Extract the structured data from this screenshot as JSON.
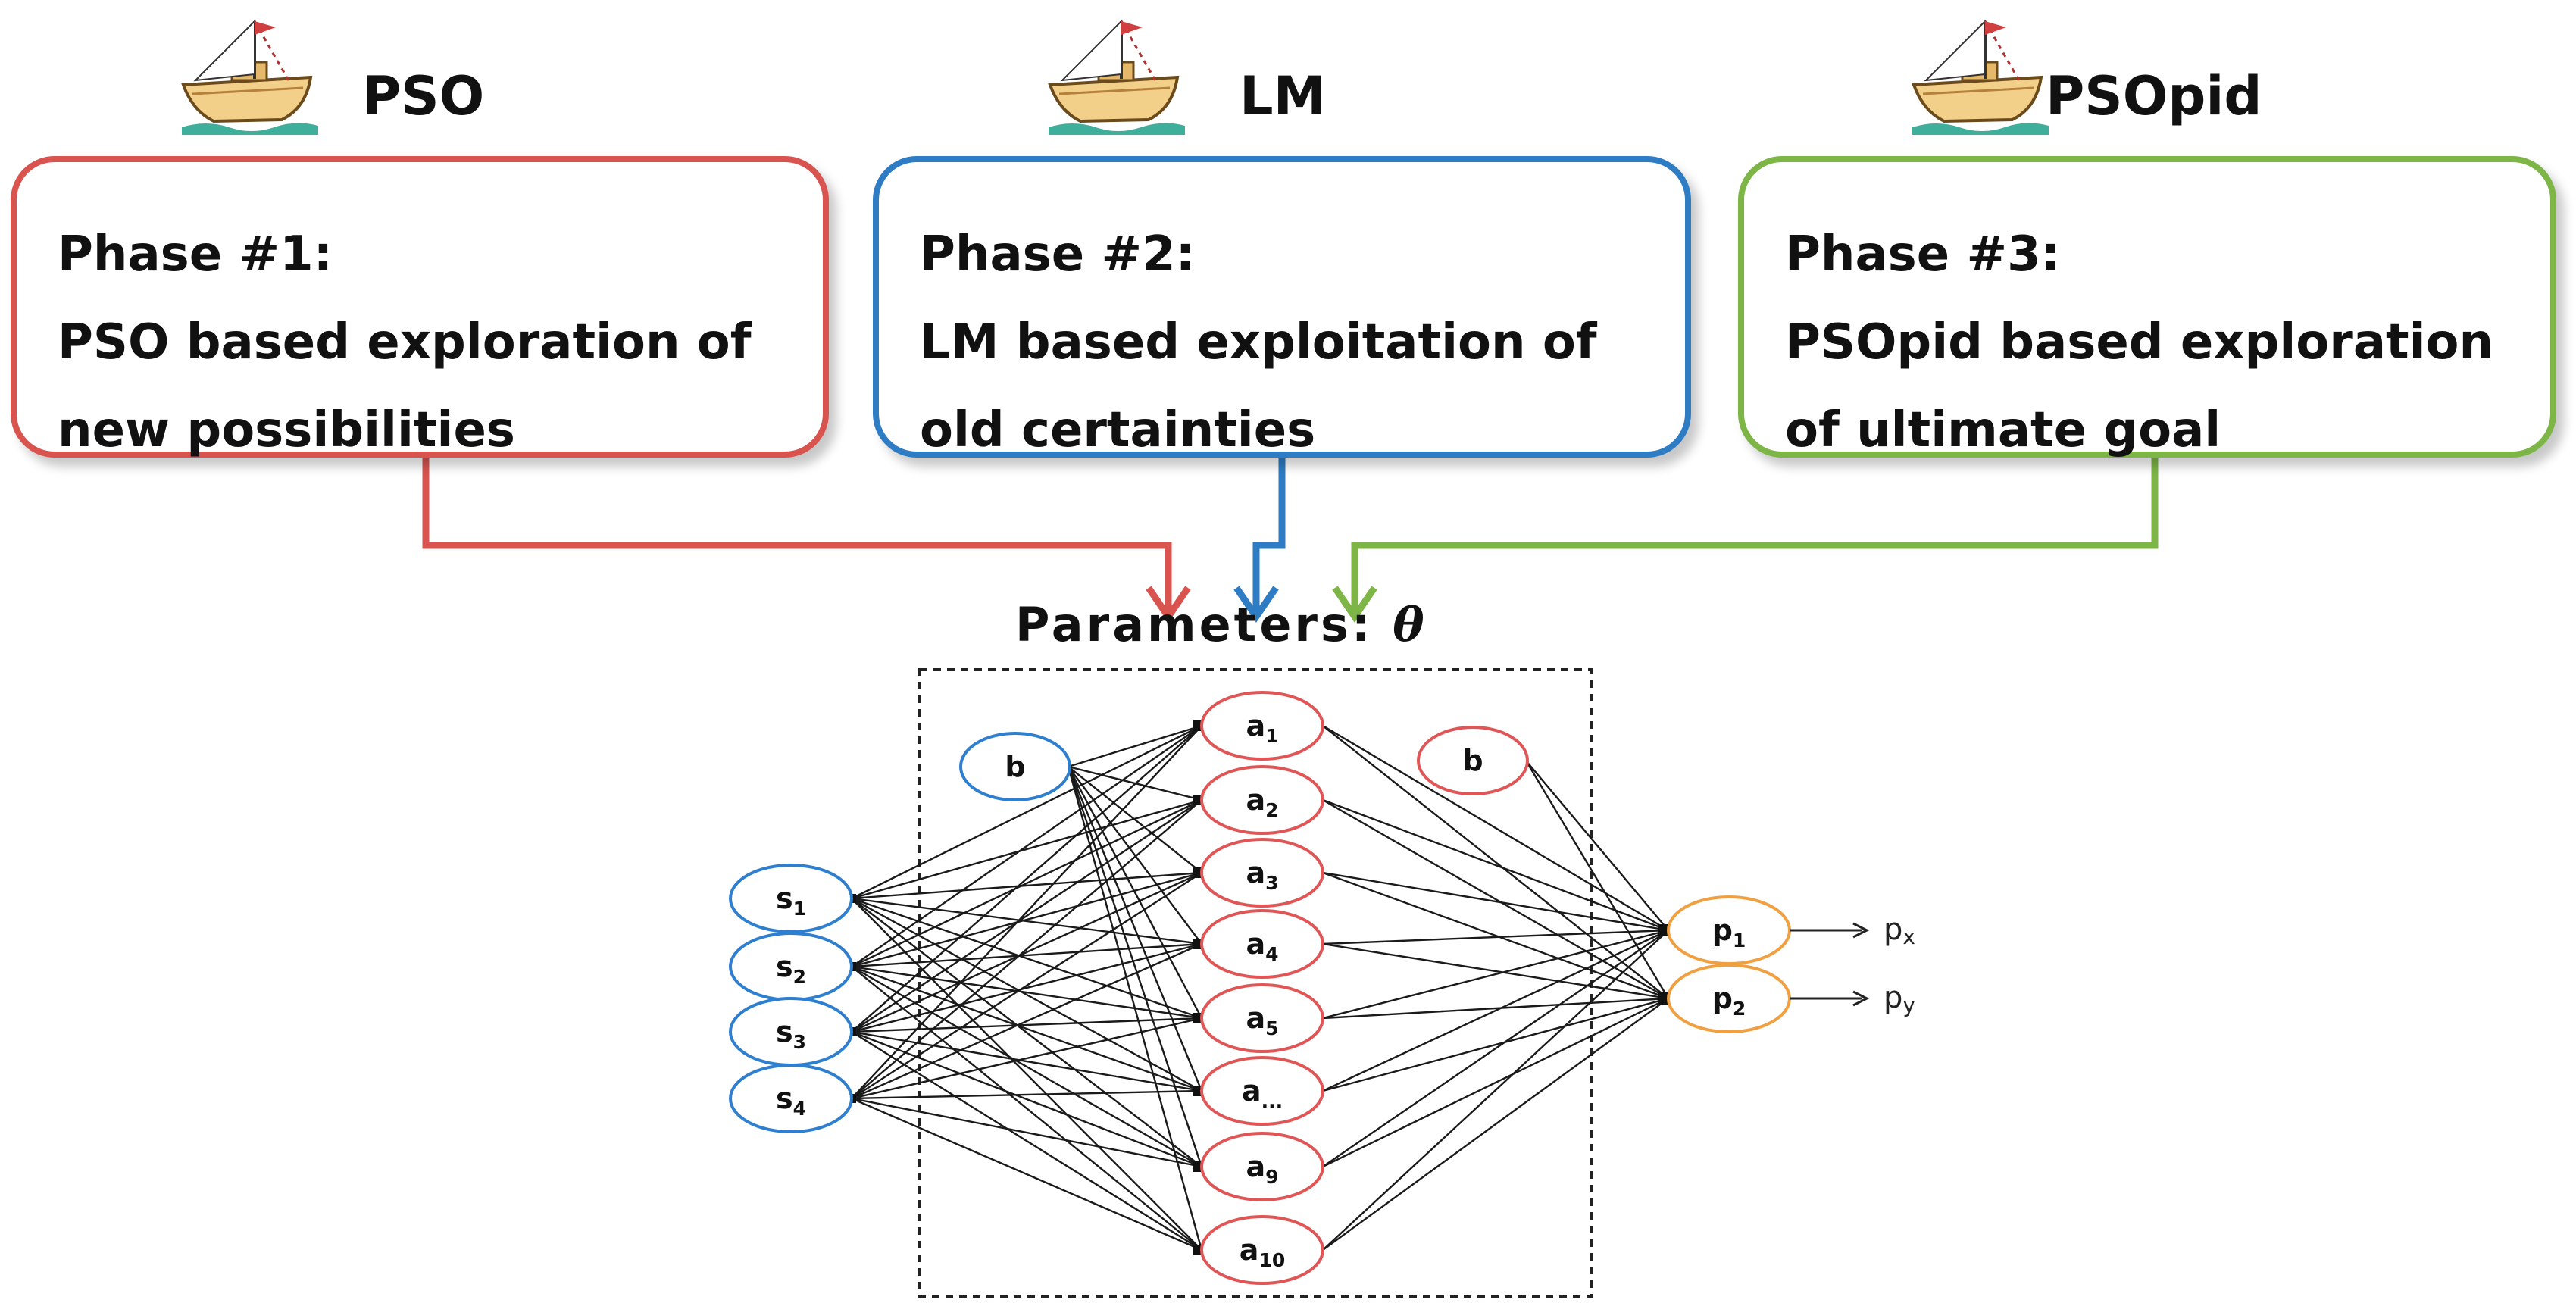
{
  "colors": {
    "pso": "#d9534f",
    "lm": "#2e7cc4",
    "psopid": "#7db646",
    "input_node": "#2f7fd0",
    "hidden_node": "#e05555",
    "output_node": "#f0a040"
  },
  "phases": [
    {
      "algo": "PSO",
      "icon": "boat-icon",
      "lines": [
        "Phase #1:",
        "PSO based exploration of",
        "new possibilities"
      ]
    },
    {
      "algo": "LM",
      "icon": "boat-icon",
      "lines": [
        "Phase #2:",
        "LM based exploitation of",
        "old certainties"
      ]
    },
    {
      "algo": "PSOpid",
      "icon": "boat-icon",
      "lines": [
        "Phase #3:",
        "PSOpid based exploration",
        "of ultimate goal"
      ]
    }
  ],
  "parameters": {
    "label": "Parameters: ",
    "symbol": "θ"
  },
  "network": {
    "inputs": [
      {
        "base": "s",
        "sub": "1"
      },
      {
        "base": "s",
        "sub": "2"
      },
      {
        "base": "s",
        "sub": "3"
      },
      {
        "base": "s",
        "sub": "4"
      }
    ],
    "input_bias": "b",
    "hidden": [
      {
        "base": "a",
        "sub": "1"
      },
      {
        "base": "a",
        "sub": "2"
      },
      {
        "base": "a",
        "sub": "3"
      },
      {
        "base": "a",
        "sub": "4"
      },
      {
        "base": "a",
        "sub": "5"
      },
      {
        "base": "a",
        "sub": "..."
      },
      {
        "base": "a",
        "sub": "9"
      },
      {
        "base": "a",
        "sub": "10"
      }
    ],
    "hidden_bias": "b",
    "outputs": [
      {
        "base": "p",
        "sub": "1",
        "target_base": "p",
        "target_sub": "x"
      },
      {
        "base": "p",
        "sub": "2",
        "target_base": "p",
        "target_sub": "y"
      }
    ]
  }
}
